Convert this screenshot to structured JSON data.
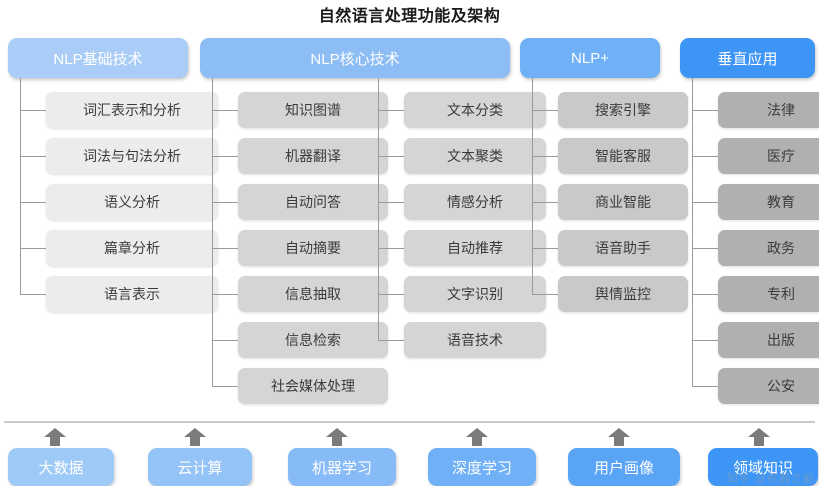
{
  "title": "自然语言处理功能及架构",
  "watermark": "知乎 @机器之能",
  "colors": {
    "header_1": "#a9cdf6",
    "header_2": "#8cbdf5",
    "header_3": "#6fb0f6",
    "header_4": "#3d95f5",
    "item_light": "#ececec",
    "item_mid": "#d5d5d5",
    "item_dark": "#c9c9c9",
    "item_darkest": "#b0b0b0",
    "connector": "#9a9a9a",
    "arrow": "#7b7b7b",
    "divider": "#c9c9c9",
    "title_text": "#1a1a1a",
    "item_text": "#3b3b3b"
  },
  "columns": [
    {
      "id": "nlp-basic",
      "header": "NLP基础技术",
      "header_color": "#a9cdf6",
      "item_color": "#ececec",
      "groups": [
        {
          "items": [
            "词汇表示和分析",
            "词法与句法分析",
            "语义分析",
            "篇章分析",
            "语言表示"
          ]
        }
      ]
    },
    {
      "id": "nlp-core",
      "header": "NLP核心技术",
      "header_color": "#8cbdf5",
      "item_color": "#d5d5d5",
      "groups": [
        {
          "items": [
            "知识图谱",
            "机器翻译",
            "自动问答",
            "自动摘要",
            "信息抽取",
            "信息检索",
            "社会媒体处理"
          ]
        },
        {
          "items": [
            "文本分类",
            "文本聚类",
            "情感分析",
            "自动推荐",
            "文字识别",
            "语音技术"
          ]
        }
      ]
    },
    {
      "id": "nlp-plus",
      "header": "NLP+",
      "header_color": "#6fb0f6",
      "item_color": "#c9c9c9",
      "groups": [
        {
          "items": [
            "搜索引擎",
            "智能客服",
            "商业智能",
            "语音助手",
            "舆情监控"
          ]
        }
      ]
    },
    {
      "id": "vertical-apps",
      "header": "垂直应用",
      "header_color": "#3d95f5",
      "item_color": "#b0b0b0",
      "groups": [
        {
          "items": [
            "法律",
            "医疗",
            "教育",
            "政务",
            "专利",
            "出版",
            "公安"
          ]
        }
      ]
    }
  ],
  "foundation": {
    "arrow_icon": "arrow-up-icon",
    "boxes": [
      {
        "label": "大数据",
        "color": "#9ecaf8"
      },
      {
        "label": "云计算",
        "color": "#93c3f7"
      },
      {
        "label": "机器学习",
        "color": "#87bbf7"
      },
      {
        "label": "深度学习",
        "color": "#6fb0f6"
      },
      {
        "label": "用户画像",
        "color": "#5aa4f6"
      },
      {
        "label": "领域知识",
        "color": "#3d95f5"
      }
    ]
  }
}
